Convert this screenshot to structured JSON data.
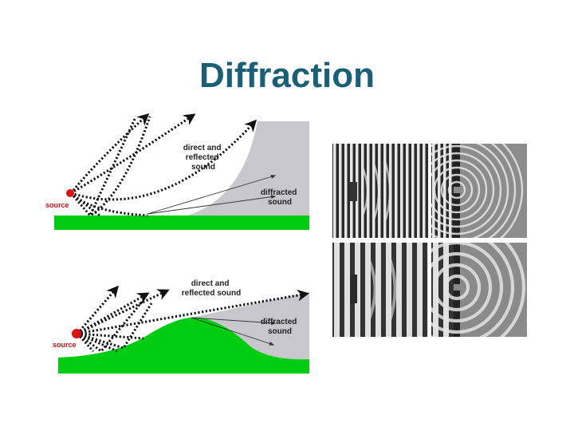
{
  "slide": {
    "title": "Diffraction"
  },
  "top_diagram": {
    "label_direct": [
      "direct and",
      "reflected",
      "sound"
    ],
    "label_diffracted": [
      "diffracted",
      "sound"
    ],
    "source_label": "source"
  },
  "bottom_diagram": {
    "label_direct": [
      "direct and",
      "reflected sound"
    ],
    "label_diffracted": [
      "diffracted",
      "sound"
    ],
    "source_label": "source"
  },
  "colors": {
    "title": "#1a5f78",
    "ground": "#00cc11",
    "shadow_zone": "#c8c8cc",
    "source": "#dd1111"
  },
  "photo_panels": [
    {
      "name": "plane-wave-wide-opening-photo"
    },
    {
      "name": "plane-wave-slit-photo"
    },
    {
      "name": "long-wave-wide-opening-photo"
    },
    {
      "name": "long-wave-slit-photo"
    }
  ]
}
